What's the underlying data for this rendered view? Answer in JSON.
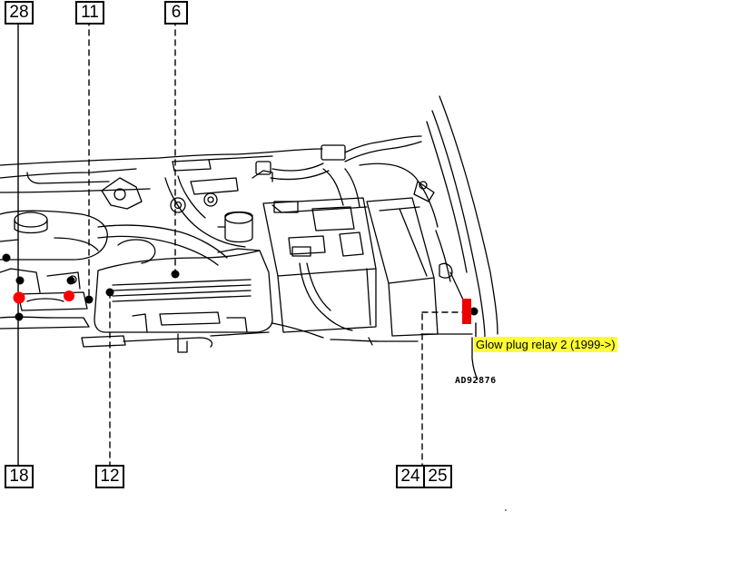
{
  "callouts": {
    "c28": "28",
    "c11": "11",
    "c6": "6",
    "c18": "18",
    "c12": "12",
    "c24": "24",
    "c25": "25"
  },
  "highlight_label": "Glow plug relay 2 (1999->)",
  "reference_code": "AD92876",
  "colors": {
    "line": "#000000",
    "marker_red": "#ff0000",
    "relay_red": "#ee0000",
    "label_highlight": "#ffff33"
  }
}
